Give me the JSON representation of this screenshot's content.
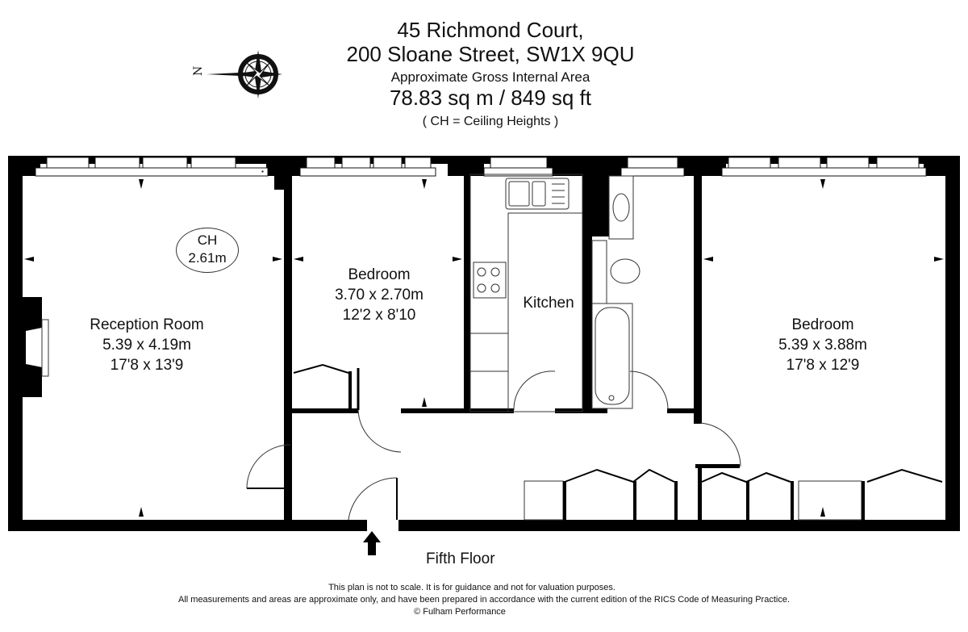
{
  "header": {
    "address_line1": "45 Richmond Court,",
    "address_line2": "200 Sloane Street, SW1X 9QU",
    "area_caption": "Approximate Gross Internal Area",
    "area_value": "78.83 sq m  /  849 sq ft",
    "ch_note": "( CH = Ceiling Heights )"
  },
  "compass": {
    "icon": "compass-rose-icon",
    "label": "N"
  },
  "ceiling_height": {
    "label": "CH",
    "value": "2.61m"
  },
  "rooms": [
    {
      "name": "Reception Room",
      "metric": "5.39 x 4.19m",
      "imperial": "17'8 x 13'9"
    },
    {
      "name": "Bedroom",
      "metric": "3.70 x 2.70m",
      "imperial": "12'2 x 8'10"
    },
    {
      "name": "Kitchen"
    },
    {
      "name": "Bedroom",
      "metric": "5.39 x 3.88m",
      "imperial": "17'8 x 12'9"
    }
  ],
  "floor_label": "Fifth Floor",
  "entrance": {
    "icon": "entrance-arrow-icon"
  },
  "footer": {
    "line1": "This plan is not to scale. It is for guidance and not for valuation purposes.",
    "line2": "All measurements and areas are approximate only, and have been prepared in accordance with the current edition of the RICS Code of Measuring Practice.",
    "line3": "© Fulham Performance"
  }
}
